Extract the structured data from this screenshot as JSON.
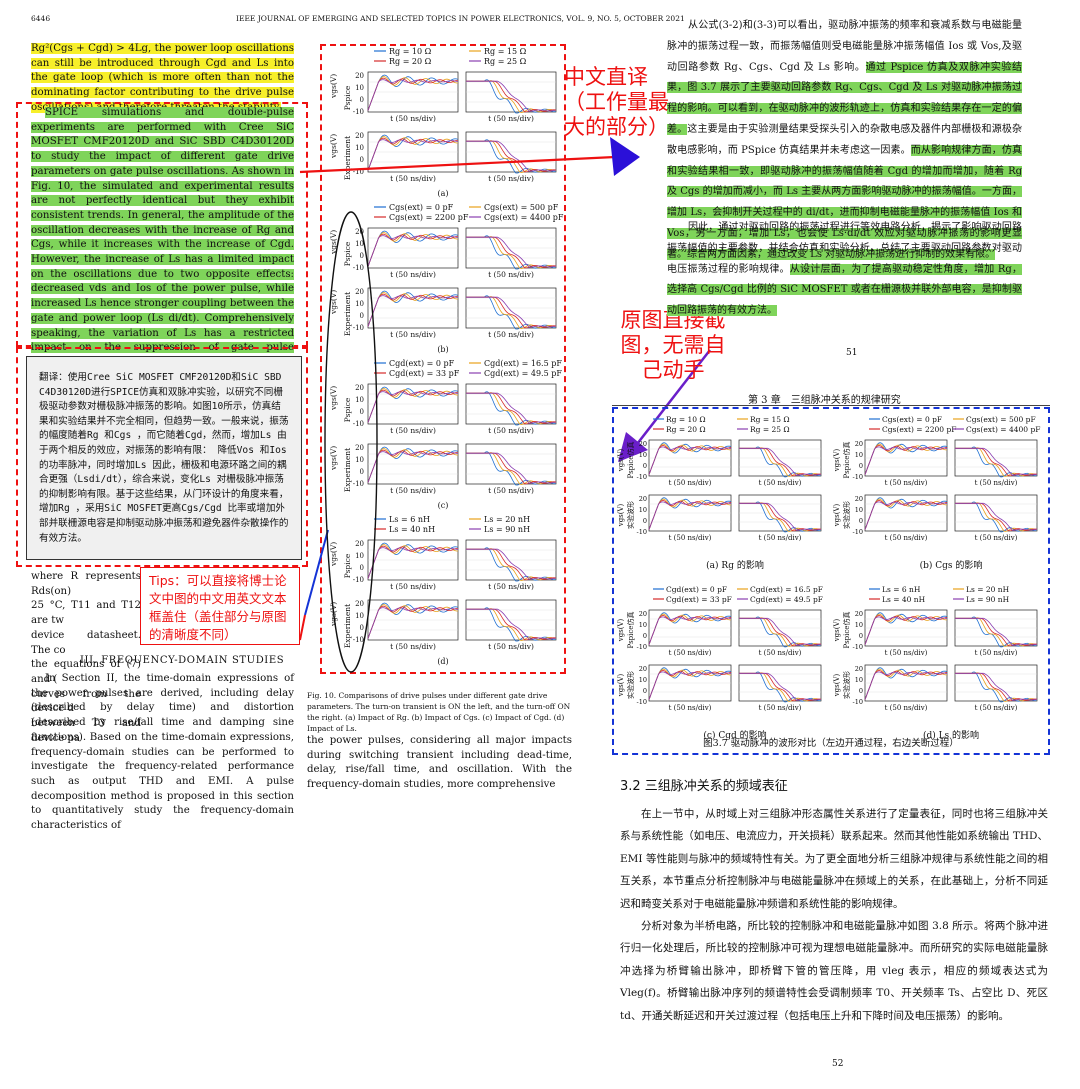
{
  "left": {
    "header_page": "6446",
    "header_journal": "IEEE JOURNAL OF EMERGING AND SELECTED TOPICS IN POWER ELECTRONICS, VOL. 9, NO. 5, OCTOBER 2021",
    "intro_highlight": "Rg²(Cgs + Cgd) > 4Lg, the power loop oscillations can still be introduced through Cgd and Ls into the gate loop (which is more often than not the dominating factor contributing to the drive pulse oscillations) and therefore threaten the stability.",
    "main_para": "SPICE simulations and double-pulse experiments are performed with Cree SiC MOSFET CMF20120D and SiC SBD C4D30120D to study the impact of different gate drive parameters on gate pulse oscillations. As shown in Fig. 10, the simulated and experimental results are not perfectly identical but they exhibit consistent trends. In general, the amplitude of the oscillation decreases with the increase of Rg and Cgs, while it increases with the increase of Cgd. However, the increase of Ls has a limited impact on the oscillations due to two opposite effects: decreased vds and Ios of the power pulse, while increased Ls hence stronger coupling between the gate and power loop (Ls di/dt). Comprehensively speaking, the variation of Ls has a restricted impact on the suppression of gate pulse oscillation. Based on these results, from the perspective of gate-loop design, increasing Rg, adopting SiC MOSFET with higher Cgs/Cgd ratio, or adding external paralleled gate-source capacitance are effective approaches to suppress the drive pulse oscillations and avoid spurious operations of the device.",
    "translation": "翻译：使用Cree SiC MOSFET CMF20120D和SiC SBD C4D30120D进行SPICE仿真和双脉冲实验，以研究不同栅极驱动参数对栅极脉冲振荡的影响。如图10所示，仿真结果和实验结果并不完全相同，但趋势一致。一般来说，振荡的幅度随着Rg 和Cgs ，而它随着Cgd，然而，增加Ls 由于两个相反的效应，对振荡的影响有限： 降低Vos 和Ios 的功率脉冲，同时增加Ls 因此，栅极和电源环路之间的耦合更强（Lsdi/dt），综合来说，变化Ls 对栅极脉冲振荡的抑制影响有限。基于这些结果，从门环设计的角度来看，增加Rg ，采用SiC MOSFET更高Cgs/Cgd 比率或增加外部并联栅源电容是抑制驱动脉冲振荡和避免器件杂散操作的有效方法。",
    "below_lines": [
      "where  R  represents  Rds(on)",
      "25 °C, T11 and T12 are tw",
      "device datasheet.  The co",
      "the equations of (7) and (",
      "curves from the device d",
      "between T3 and device pa"
    ],
    "tips": "Tips：可以直接将博士论文中图的中文用英文文本框盖住（盖住部分与原图的清晰度不同）",
    "section3_title": "III. FREQUENCY-DOMAIN STUDIES",
    "section3_para": "In Section II, the time-domain expressions of the power pulses are derived, including delay (described by delay time) and distortion (described by rise/fall time and damping sine functions). Based on the time-domain expressions, frequency-domain studies can be performed to investigate the frequency-related performance such as output THD and EMI. A pulse decomposition method is proposed in this section to quantitatively study the frequency-domain characteristics of",
    "fig_caption": "Fig. 10.   Comparisons of drive pulses under different gate drive parameters. The turn-on transient is ON the left, and the turn-off ON the right. (a) Impact of Rg. (b) Impact of Cgs. (c) Impact of Cgd. (d) Impact of Ls.",
    "col2_para": "the power pulses, considering all major impacts during switching transient including dead-time, delay, rise/fall time, and oscillation. With the frequency-domain studies, more comprehensive"
  },
  "figure_left": {
    "panels": [
      {
        "legend": [
          "Rg = 10 Ω",
          "Rg = 15 Ω",
          "Rg = 20 Ω",
          "Rg = 25 Ω"
        ],
        "label": "(a)"
      },
      {
        "legend": [
          "Cgs(ext) = 0 pF",
          "Cgs(ext) = 500 pF",
          "Cgs(ext) = 2200 pF",
          "Cgs(ext) = 4400 pF"
        ],
        "label": "(b)"
      },
      {
        "legend": [
          "Cgd(ext) = 0 pF",
          "Cgd(ext) = 16.5 pF",
          "Cgd(ext) = 33 pF",
          "Cgd(ext) = 49.5 pF"
        ],
        "label": "(c)"
      },
      {
        "legend": [
          "Ls = 6 nH",
          "Ls = 20 nH",
          "Ls = 40 nH",
          "Ls = 90 nH"
        ],
        "label": "(d)"
      }
    ],
    "row_labels": [
      "Pspice",
      "Experiment"
    ],
    "y_axis": "vgs(V)",
    "x_axis": "t (50 ns/div)",
    "yticks": [
      "20",
      "10",
      "0",
      "-10"
    ]
  },
  "right": {
    "para1": "从公式(3-2)和(3-3)可以看出，驱动脉冲振荡的频率和衰减系数与电磁能量脉冲的振荡过程一致，而振荡幅值则受电磁能量脉冲振荡幅值 Ios 或 Vos,及驱动回路参数 Rg、Cgs、Cgd 及 Ls 影响。",
    "para1_hl": "通过 Pspice 仿真及双脉冲实验结果，图 3.7 展示了主要驱动回路参数 Rg、Cgs、Cgd 及 Ls 对驱动脉冲振荡过程的影响。可以看到，在驱动脉冲的波形轨迹上，仿真和实验结果存在一定的偏差。",
    "para1_tail": "这主要是由于实验测量结果受探头引入的杂散电感及器件内部栅极和源极杂散电感影响，而 PSpice 仿真结果并未考虑这一因素。",
    "para1_hl2": "而从影响规律方面，仿真和实验结果相一致，即驱动脉冲的振荡幅值随着 Cgd 的增加而增加，随着 Rg 及 Cgs 的增加而减小，而 Ls 主要从两方面影响驱动脉冲的振荡幅值。一方面，增加 Ls，会抑制开关过程中的 di/dt，进而抑制电磁能量脉冲的振荡幅值 Ios 和 Vos，另一方面，增加 Ls，也会使 Ls·di/dt 效应对驱动脉冲振荡的影响更显著。综合两方面因素，通过改变 Ls 对驱动脉冲振荡进行抑制的效果有限。",
    "para2": "因此，通过对驱动回路的振荡过程进行等效电路分析，揭示了影响驱动回路振荡幅值的主要参数，并结合仿真和实验分析，总结了主要驱动回路参数对驱动电压振荡过程的影响规律。",
    "para2_hl": "从设计层面，为了提高驱动稳定性角度，增加 Rg，选择高 Cgs/Cgd 比例的 SiC MOSFET 或者在栅源极并联外部电容，是抑制驱动回路振荡的有效方法。",
    "page51": "51",
    "chapter_header": "第 3 章　三组脉冲关系的规律研究",
    "fig_caption": "图3.7  驱动脉冲的波形对比（左边开通过程，右边关断过程）",
    "sub_captions": [
      "(a) Rg 的影响",
      "(b) Cgs 的影响",
      "(c) Cgd 的影响",
      "(d) Ls 的影响"
    ],
    "row_labels_cn": [
      "Pspice仿真",
      "实验波形"
    ],
    "section_title": "3.2   三组脉冲关系的频域表征",
    "sec_para1": "在上一节中，从时域上对三组脉冲形态属性关系进行了定量表征，同时也将三组脉冲关系与系统性能（如电压、电流应力，开关损耗）联系起来。然而其他性能如系统输出 THD、EMI 等性能则与脉冲的频域特性有关。为了更全面地分析三组脉冲规律与系统性能之间的相互关系，本节重点分析控制脉冲与电磁能量脉冲在频域上的关系，在此基础上，分析不同延迟和畸变关系对于电磁能量脉冲频谱和系统性能的影响规律。",
    "sec_para2": "分析对象为半桥电路，所比较的控制脉冲和电磁能量脉冲如图 3.8 所示。将两个脉冲进行归一化处理后，所比较的控制脉冲可视为理想电磁能量脉冲。而所研究的实际电磁能量脉冲选择为桥臂输出脉冲，即桥臂下管的管压降，用 vleg 表示，相应的频域表达式为 Vleg(f)。桥臂输出脉冲序列的频谱特性会受调制频率 T0、开关频率 Ts、占空比 D、死区 td、开通关断延迟和开关过渡过程（包括电压上升和下降时间及电压振荡）的影响。",
    "page52": "52"
  },
  "annotations": {
    "cn_translate": "中文直译（工作量最大的部分）",
    "screenshot_note": "原图直接截图，无需自己动手"
  },
  "colors": {
    "red": "#e11111",
    "blue": "#1433d6",
    "highlight_yellow": "#f7ef2a",
    "highlight_green": "#7fd45a",
    "series": [
      "#1f6fd1",
      "#e8a21c",
      "#d62a2a",
      "#8a3fb0"
    ]
  }
}
